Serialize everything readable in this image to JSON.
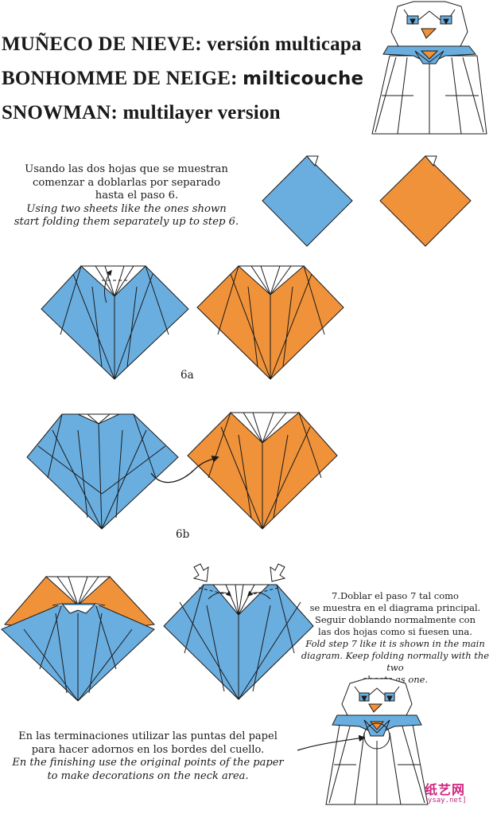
{
  "titles": {
    "spanish_caps": "MUÑECO DE NIEVE:",
    "spanish_rest": "versión multicapa",
    "french_caps": "BONHOMME DE NEIGE:",
    "french_rest": "milticouche",
    "english_caps": "SNOWMAN:",
    "english_rest": "multilayer version"
  },
  "intro": {
    "es_line1": "Usando las dos hojas que se muestran",
    "es_line2": "comenzar a doblarlas por separado",
    "es_line3": "hasta el paso 6.",
    "en_line1": "Using two sheets like the ones shown",
    "en_line2": "start folding them separately up to step 6."
  },
  "steps": {
    "step_6a": "6a",
    "step_6b": "6b"
  },
  "step7": {
    "es_line1": "7.Doblar el paso 7 tal como",
    "es_line2": "se muestra en el diagrama principal.",
    "es_line3": "Seguir doblando normalmente con",
    "es_line4": "las dos hojas como si fuesen una.",
    "en_line1": "Fold step 7 like it is shown in the main",
    "en_line2": "diagram. Keep folding normally with the two",
    "en_line3": "sheets as one."
  },
  "finish": {
    "es_line1": "En las terminaciones utilizar las puntas del papel",
    "es_line2": "para hacer adornos en los bordes del cuello.",
    "en_line1": "En the finishing use the original points of the paper",
    "en_line2": "to make decorations on the neck area."
  },
  "watermark": {
    "cn": "睇睇纸艺网",
    "url": "[www.saysay.net]"
  },
  "colors": {
    "blue": "#6aaee0",
    "orange": "#f0923a",
    "line": "#1a1a1a"
  }
}
